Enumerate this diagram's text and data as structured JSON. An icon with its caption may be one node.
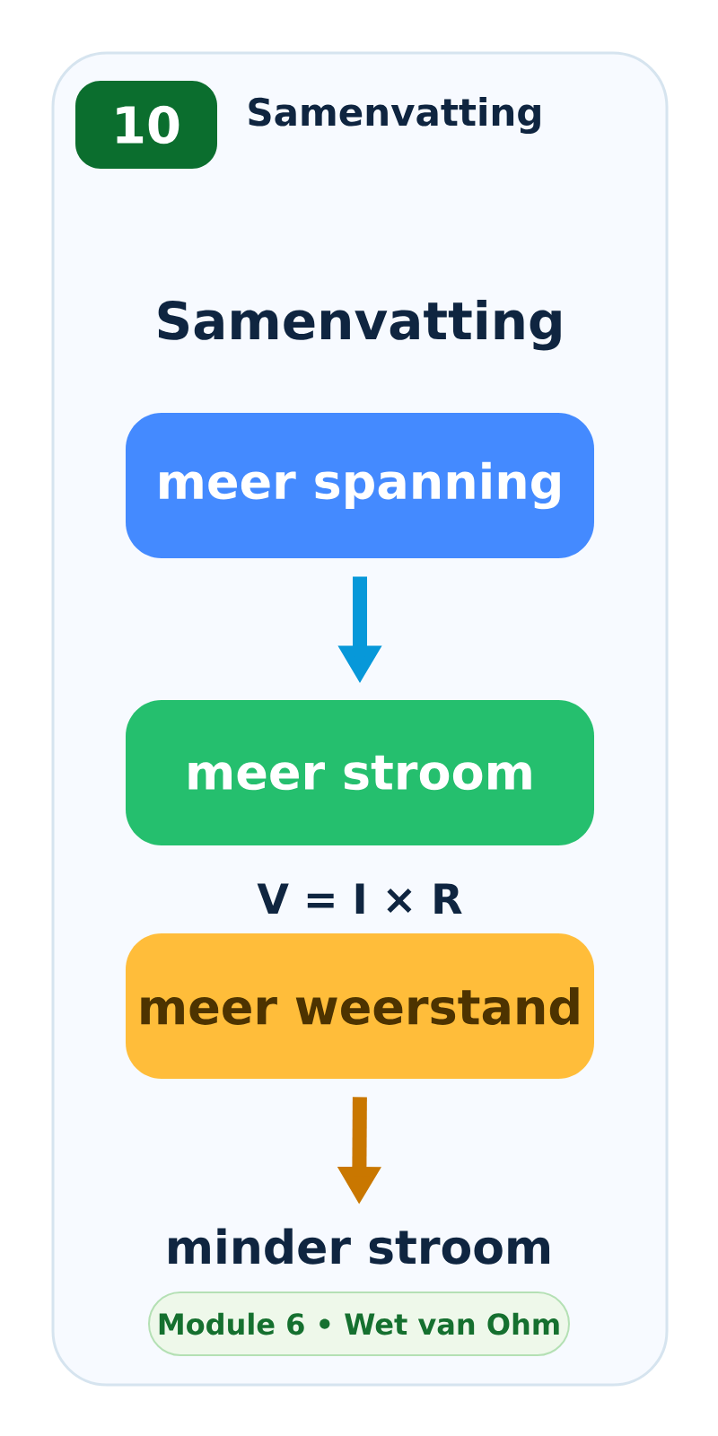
{
  "diagram": {
    "title": "Samenvatting",
    "nodes": [
      {
        "text": [
          "10"
        ],
        "beside": [
          "Samenvatting"
        ]
      },
      {
        "text": [
          "meer spanning"
        ]
      },
      {
        "text": [
          "meer stroom"
        ]
      },
      {
        "text": [
          "meer weerstand"
        ]
      },
      {
        "text": [
          "minder stroom"
        ]
      },
      {
        "text": [
          "Module 6 • Wet van Ohm"
        ]
      }
    ],
    "edges": [
      {
        "from": 1,
        "to": 2,
        "arrow": "to",
        "color": "#0798d9"
      },
      {
        "from": 3,
        "to": 4,
        "arrow": "to",
        "color": "#c97700"
      }
    ],
    "labels": [
      "V = I × R"
    ]
  }
}
